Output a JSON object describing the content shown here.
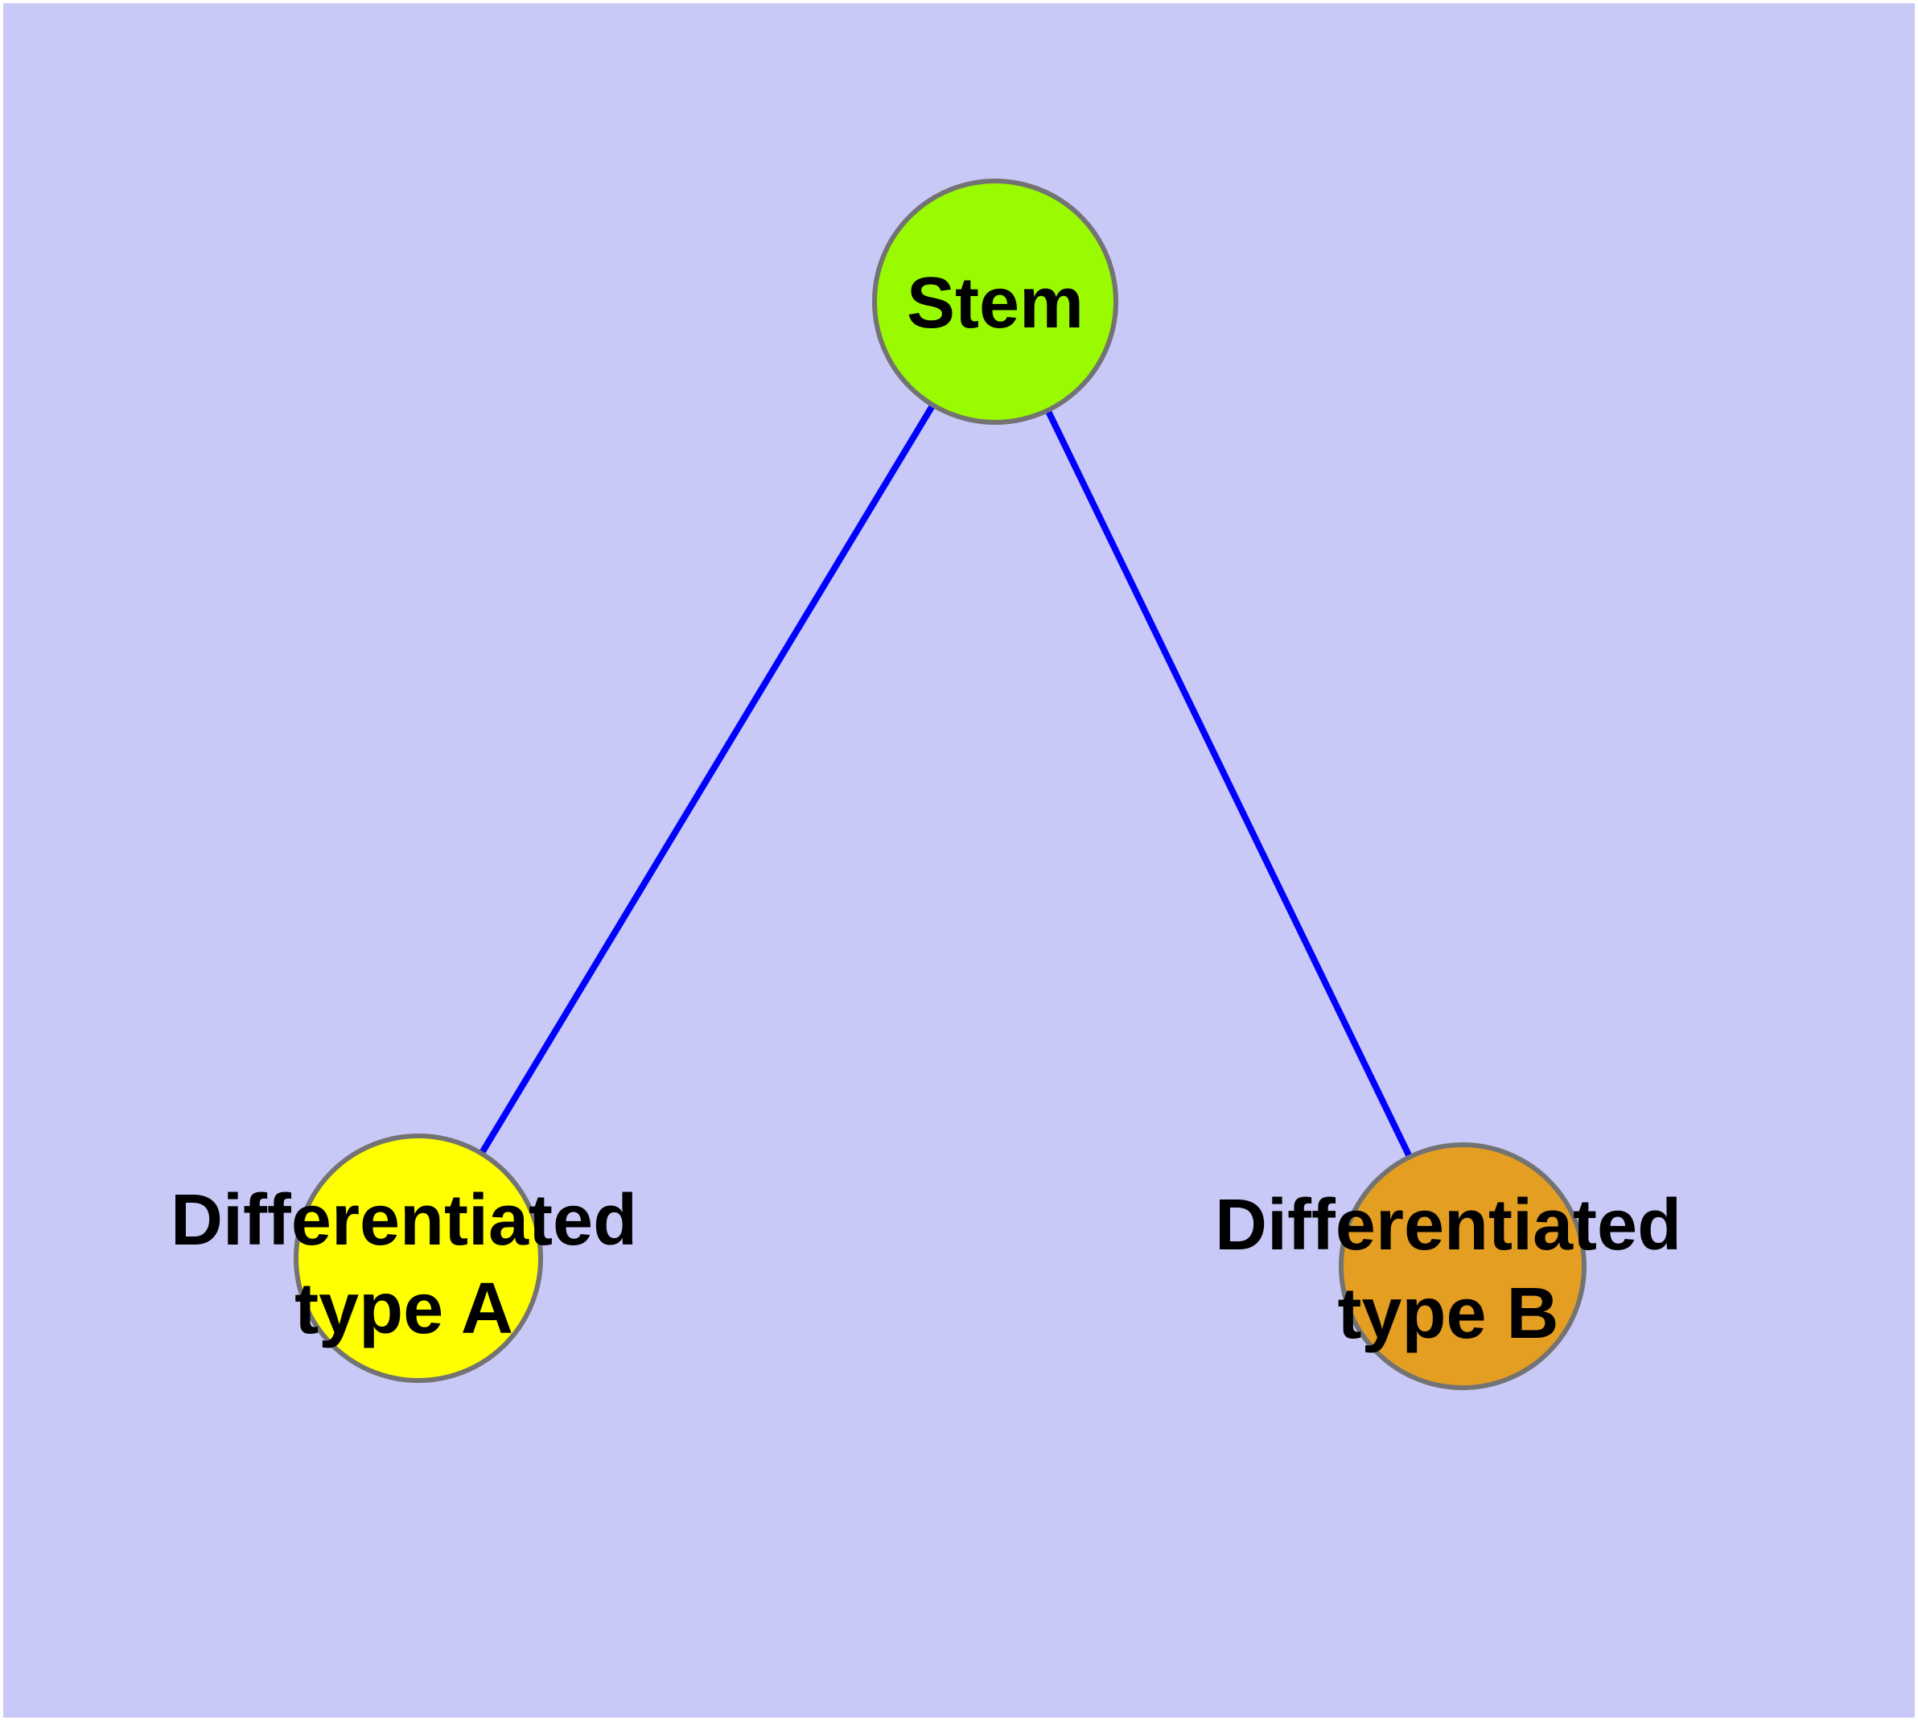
{
  "diagram": {
    "background_color": "#C9C9F8",
    "frame_color": "#FFFFFF",
    "label_color": "#000000",
    "nodes": {
      "stem": {
        "label": "Stem",
        "fill_color": "#9AFA00",
        "border_color": "#737373"
      },
      "type_a": {
        "label_line1": "Differentiated",
        "label_line2": "type A",
        "fill_color": "#FFFF00",
        "border_color": "#737373"
      },
      "type_b": {
        "label_line1": "Differentiated",
        "label_line2": "type B",
        "fill_color": "#E49E22",
        "border_color": "#737373"
      }
    },
    "edges": {
      "stroke_color": "#0000FF",
      "list": [
        {
          "from": "Stem",
          "to": "Differentiated type A"
        },
        {
          "from": "Stem",
          "to": "Differentiated type B"
        }
      ]
    }
  }
}
